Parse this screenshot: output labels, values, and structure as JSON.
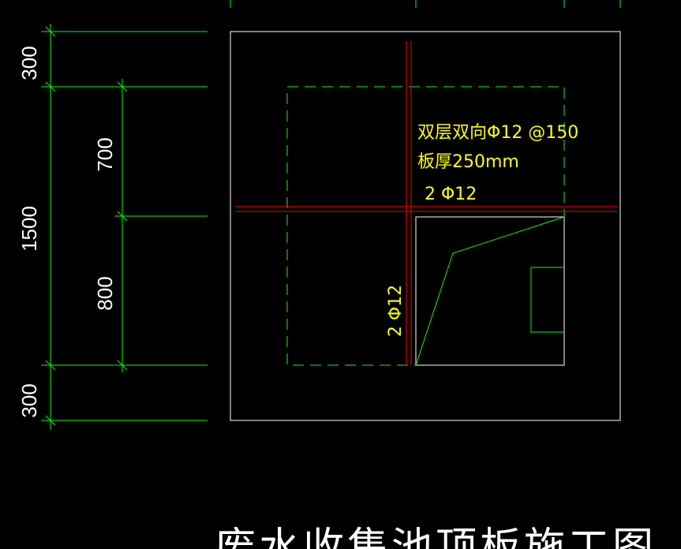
{
  "colors": {
    "background": "#000000",
    "dimension_line": "#00ff00",
    "outline": "#ffffff",
    "rebar": "#ff0000",
    "annotation": "#ffff00",
    "opening": "#00ff00"
  },
  "dimensions": {
    "outer_top": "300",
    "total": "1500",
    "inner_top": "700",
    "inner_bottom": "800",
    "outer_bottom": "300"
  },
  "annotations": {
    "slab_rebar": "双层双向Φ12 @150",
    "slab_thickness": "板厚250mm",
    "horizontal_bars": "2 Φ12",
    "vertical_bars": "2 Φ12"
  },
  "drawing_title": "废水收集池顶板施工图"
}
